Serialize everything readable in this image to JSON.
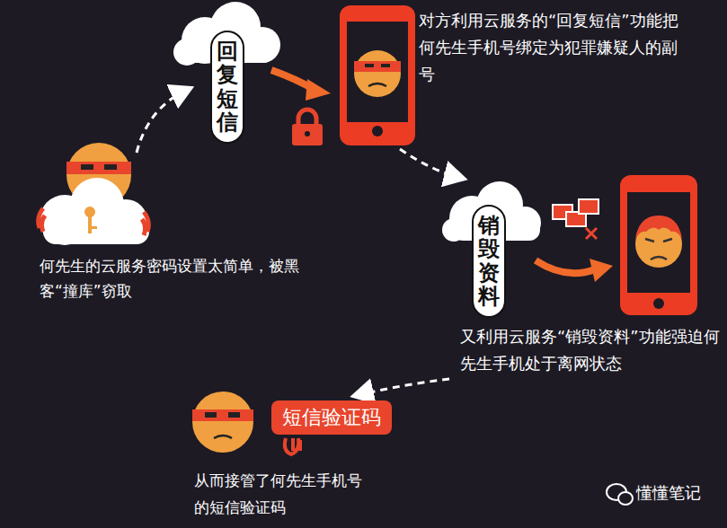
{
  "diagram": {
    "nodes": [
      {
        "text": [
          "回复短信"
        ]
      },
      {
        "text": [
          "销毁资料"
        ]
      },
      {
        "text": [
          "短信验证码"
        ]
      }
    ],
    "labels": [
      "对方利用云服务的“回复短信”功能把何先生手机号绑定为犯罪嫌疑人的副号",
      "何先生的云服务密码设置太简单，被黑客“撞库”窃取",
      "又利用云服务“销毁资料”功能强迫何先生手机处于离网状态",
      "从而接管了何先生手机号的短信验证码",
      "懂懂笔记"
    ]
  }
}
